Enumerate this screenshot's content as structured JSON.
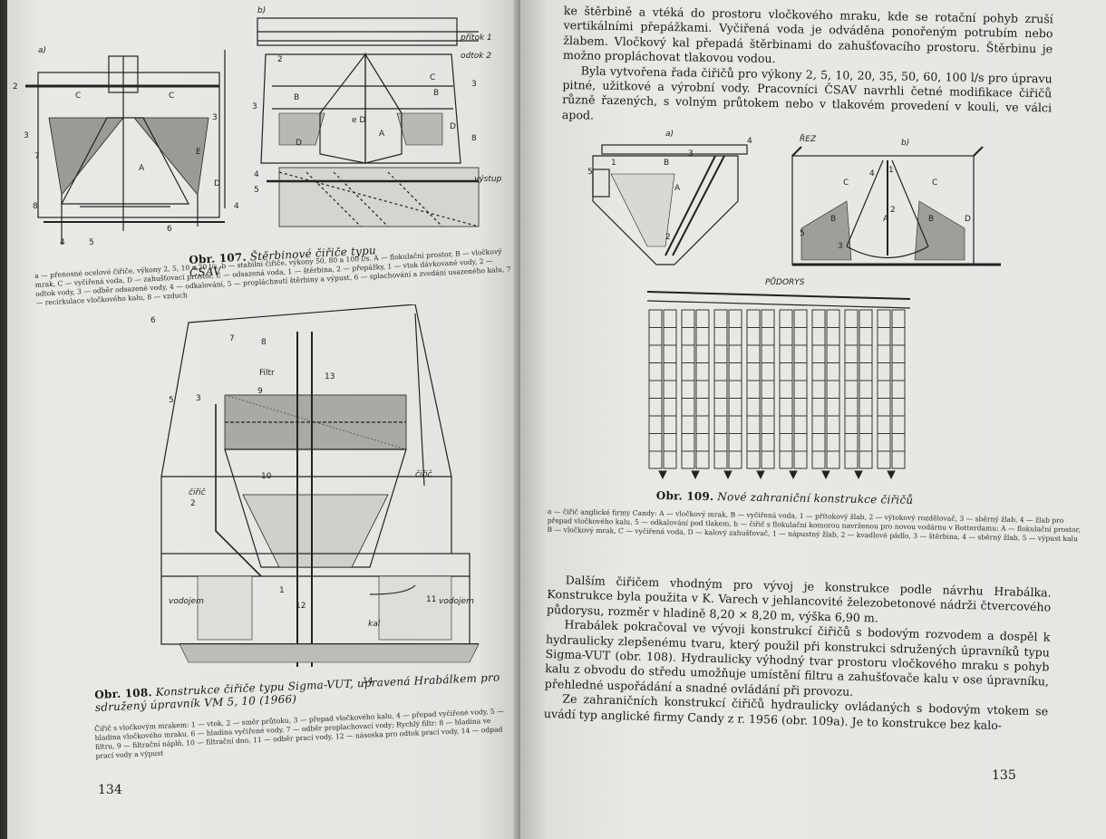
{
  "left_page": {
    "page_number": "134",
    "fig107": {
      "panel_a": "a)",
      "panel_b": "b)",
      "inflow1": "přítok 1",
      "outflow2": "odtok 2",
      "label_vystup": "výstup",
      "caption_num": "Obr. 107.",
      "caption_text": "Štěrbinové čiřiče typu ČSAV",
      "legend_a": "a — přenosné ocelové čiřiče, výkony 2, 5, 10 a 20 l/s, b — stabilní čiřiče, výkony 50, 80 a 100 l/s. A — flokulační prostor, B — vločkový mrak, C — vyčiřená voda, D — zahušťovací prostor, E — odsazená voda, 1 — štěrbina, 2 — přepážky, 1 — vtok dávkované vody, 2 — odtok vody, 3 — odběr odsazené vody, 4 — odkalování, 5 — propláchnutí štěrbiny a výpust, 6 — splachování a zvedání usazeného kalu, 7 — recirkulace vločkového kalu, 8 — vzduch"
    },
    "fig108": {
      "label_filtr": "Filtr",
      "label_cirice": "čiřič",
      "label_cirice2": "čiřič",
      "label_vodojem": "vodojem",
      "label_vodojem2": "vodojem",
      "label_kal": "kal",
      "caption_num": "Obr. 108.",
      "caption_text": "Konstrukce čiřiče typu Sigma-VUT, upravená Hrabálkem pro sdružený úpravník VM 5, 10 (1966)",
      "legend": "Čiřič s vločkovým mrakem: 1 — vtok, 2 — směr průtoku, 3 — přepad vločkového kalu, 4 — přepad vyčiřené vody, 5 — hladina vločkového mraku, 6 — hladina vyčiřené vody, 7 — odběr proplachovací vody; Rychlý filtr: 8 — hladina ve filtru, 9 — filtrační náplň, 10 — filtrační dno, 11 — odběr prací vody, 12 — násoska pro odtok prací vody, 14 — odpad prací vody a výpust"
    }
  },
  "right_page": {
    "page_number": "135",
    "intro_paragraph": "ke štěrbině a vtéká do prostoru vločkového mraku, kde se rotační pohyb zruší vertikálními přepážkami. Vyčiřená voda je odváděna ponořeným potrubím nebo žlabem. Vločkový kal přepadá štěrbinami do zahušťovacího prostoru. Štěrbinu je možno propláchovat tlakovou vodou.",
    "paragraph2": "Byla vytvořena řada čiřičů pro výkony 2, 5, 10, 20, 35, 50, 60, 100 l/s pro úpravu pitné, užitkové a výrobní vody. Pracovníci ČSAV navrhli četné modifikace čiřičů různě řazených, s volným průtokem nebo v tlakovém provedení v kouli, ve válci apod.",
    "fig109": {
      "panel_a": "a)",
      "label_rez": "ŘEZ",
      "panel_b": "b)",
      "label_pudorys": "PŮDORYS",
      "caption_num": "Obr. 109.",
      "caption_text": "Nové zahraniční konstrukce čiřičů",
      "legend": "a — čiřič anglické firmy Candy: A — vločkový mrak, B — vyčiřená voda, 1 — přítokový žlab, 2 — výtokový rozdělovač, 3 — sběrný žlab, 4 — žlab pro přepad vločkového kalu, 5 — odkalování pod tlakem, b — čiřič s flokulační komorou navrženou pro novou vodárnu v Rotterdamu: A — flokulační prostor, B — vločkový mrak, C — vyčiřená voda, D — kalový zahušťovač, 1 — nápustný žlab, 2 — kvadlové pádlo, 3 — štěrbina, 4 — sběrný žlab, 5 — výpust kalu"
    },
    "paragraph3": "Dalším čiřičem vhodným pro vývoj je konstrukce podle návrhu Hrabálka. Konstrukce byla použita v K. Varech v jehlancovité železobetonové nádrži čtvercového půdorysu, rozměr v hladině 8,20 × 8,20 m, výška 6,90 m.",
    "paragraph4": "Hrabálek pokračoval ve vývoji konstrukcí čiřičů s bodovým rozvodem a dospěl k hydraulicky zlepšenému tvaru, který použil při konstrukci sdružených úpravníků typu Sigma-VUT (obr. 108). Hydraulicky výhodný tvar prostoru vločkového mraku s pohyb kalu z obvodu do středu umožňuje umístění filtru a zahušťovače kalu v ose úpravníku, přehledné uspořádání a snadné ovládání při provozu.",
    "paragraph5": "Ze zahraničních konstrukcí čiřičů hydraulicky ovládaných s bodovým vtokem se uvádí typ anglické firmy Candy z r. 1956 (obr. 109a). Je to konstrukce bez kalo-"
  },
  "colors": {
    "paper": "#e6e6e3",
    "ink": "#1a1a1a"
  }
}
